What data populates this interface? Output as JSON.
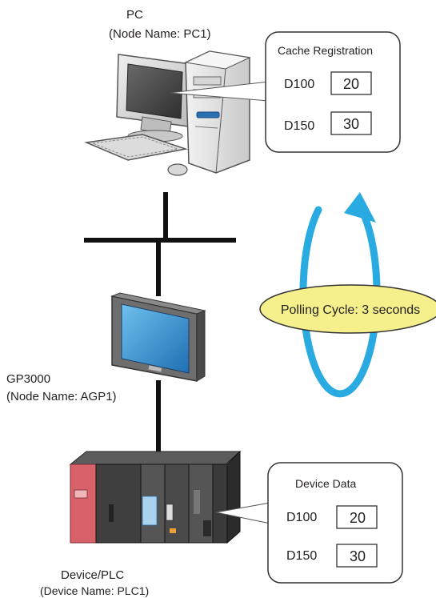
{
  "pc": {
    "label": "PC",
    "node_name": "(Node Name: PC1)",
    "callout": {
      "title": "Cache Registration",
      "rows": [
        {
          "device": "D100",
          "value": "20"
        },
        {
          "device": "D150",
          "value": "30"
        }
      ]
    }
  },
  "gp": {
    "label": "GP3000",
    "node_name": "(Node Name: AGP1)"
  },
  "plc": {
    "label": "Device/PLC",
    "device_name": "(Device Name: PLC1)",
    "callout": {
      "title": "Device Data",
      "rows": [
        {
          "device": "D100",
          "value": "20"
        },
        {
          "device": "D150",
          "value": "30"
        }
      ]
    }
  },
  "polling": {
    "label": "Polling Cycle: 3 seconds"
  },
  "colors": {
    "cycle_arrow": "#29abe2",
    "polling_bubble": "#f5f08c",
    "plc_red": "#d9626a",
    "display_screen": "#2e86c6"
  }
}
